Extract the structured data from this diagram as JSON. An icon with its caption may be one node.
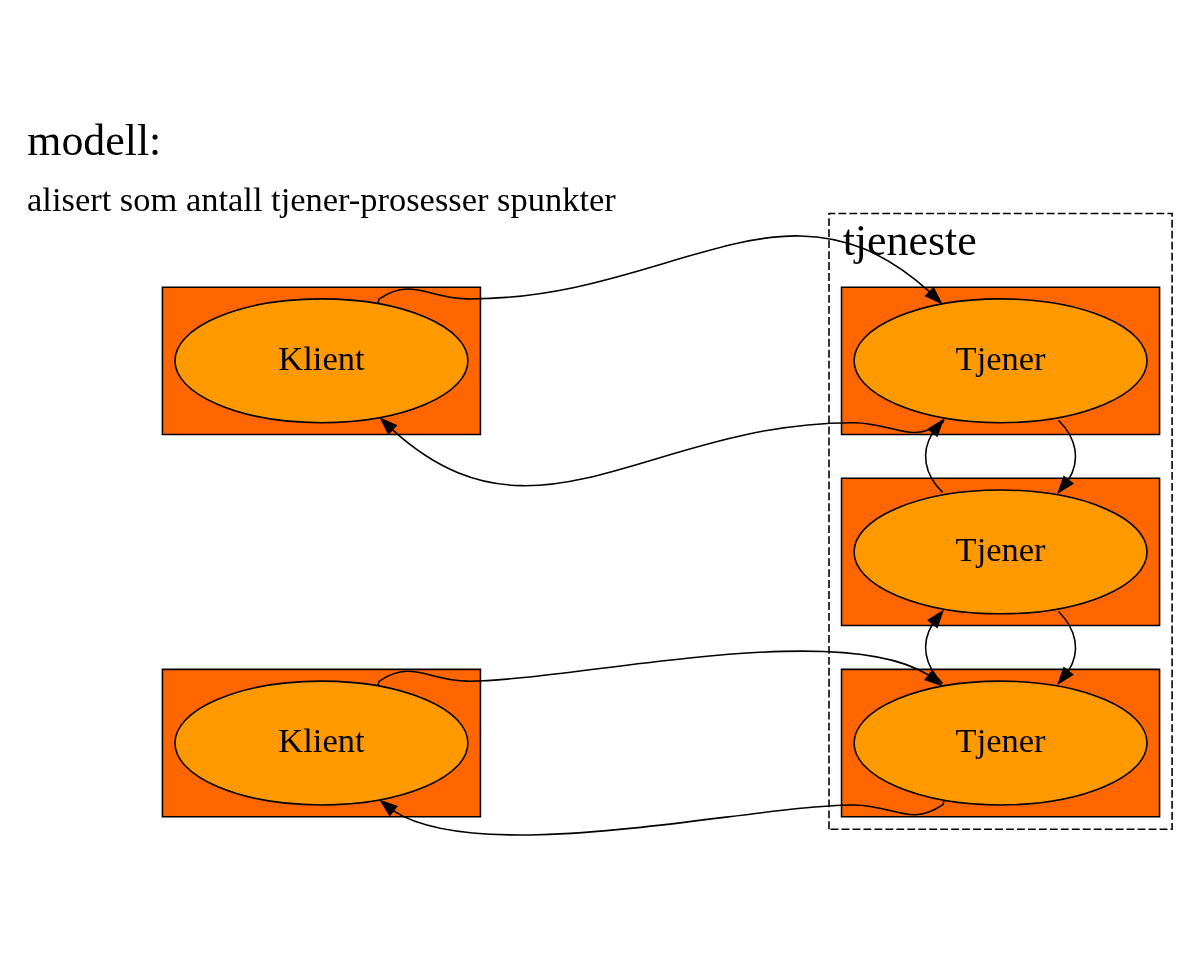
{
  "diagram": {
    "title": "modell:",
    "nodes": [
      {
        "text": [
          "tjeneste"
        ]
      },
      {
        "text": [],
        "shape": "box"
      },
      {
        "text": [
          "Klient"
        ],
        "in": 1
      },
      {
        "text": [],
        "shape": "box"
      },
      {
        "text": [
          "Klient"
        ],
        "in": 3
      },
      {
        "text": [],
        "shape": "box",
        "in": 0
      },
      {
        "text": [
          "Tjener"
        ],
        "in": 5
      },
      {
        "text": [],
        "shape": "box",
        "in": 0
      },
      {
        "text": [
          "Tjener"
        ],
        "in": 7
      },
      {
        "text": [],
        "shape": "box",
        "in": 0
      },
      {
        "text": [
          "Tjener"
        ],
        "in": 9
      }
    ],
    "edges": [
      {
        "from": 5,
        "to": 1,
        "arrow": "to"
      },
      {
        "from": 1,
        "to": 5,
        "arrow": "to"
      },
      {
        "from": 5,
        "to": 7,
        "arrow": "to"
      },
      {
        "from": 7,
        "to": 5,
        "arrow": "to"
      },
      {
        "from": 7,
        "to": 9,
        "arrow": "to"
      },
      {
        "from": 9,
        "to": 7,
        "arrow": "to"
      },
      {
        "from": 9,
        "to": 3,
        "arrow": "to"
      },
      {
        "from": 3,
        "to": 9,
        "arrow": "to"
      }
    ],
    "labels": [
      "alisert som antall tjener-prosesser spunkter"
    ]
  }
}
